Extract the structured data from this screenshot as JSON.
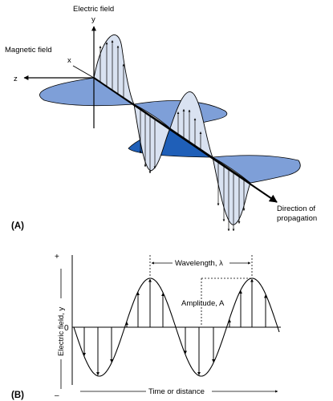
{
  "panel_a": {
    "letter": "(A)",
    "electric_field": "Electric field",
    "magnetic_field": "Magnetic field",
    "y_axis": "y",
    "x_axis": "x",
    "z_axis": "z",
    "direction_line1": "Direction of",
    "direction_line2": "propagation"
  },
  "panel_b": {
    "letter": "(B)",
    "plus": "+",
    "minus": "–",
    "zero": "0",
    "ylabel": "Electric field, y",
    "xlabel": "Time or distance",
    "wavelength": "Wavelength, λ",
    "amplitude": "Amplitude, A"
  },
  "colors": {
    "electric_fill": "#d9e2f1",
    "magnetic_fill": "#7e9fd8",
    "magnetic_dark": "#1f5fb8",
    "ink": "#000000"
  }
}
